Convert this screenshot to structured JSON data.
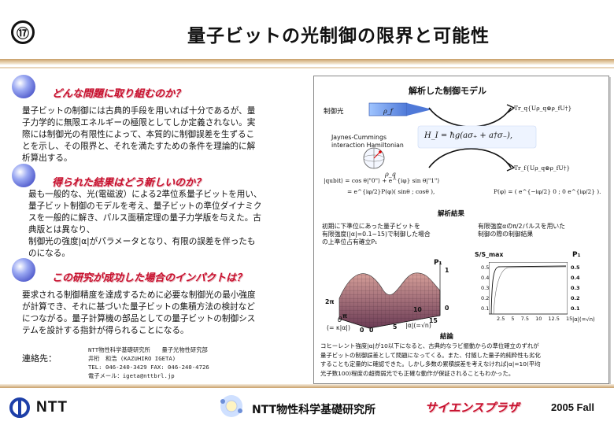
{
  "header": {
    "number": "⑰",
    "title": "量子ビットの光制御の限界と可能性"
  },
  "sections": [
    {
      "heading": "どんな問題に取り組むのか？",
      "lines": [
        "量子ビットの制御には古典的手段を用いれば十分であるが、量",
        "子力学的に無限エネルギーの極限としてしか定義されない。実",
        "際には制御光の有限性によって、本質的に制御誤差を生ずるこ",
        "とを示し、その限界と、それを満たすための条件を理論的に解",
        "析算出する。"
      ]
    },
    {
      "heading": "得られた結果はどう新しいのか？",
      "lines": [
        "最も一般的な、光(電磁波）による2準位系量子ビットを用い、",
        "量子ビット制御のモデルを考え、量子ビットの準位ダイナミク",
        "スを一般的に解き、パルス面積定理の量子力学版を与えた。古",
        "典版とは異なり、",
        "制御光の強度|α|がパラメータとなり、有限の誤差を伴ったも",
        "のになる。"
      ]
    },
    {
      "heading": "この研究が成功した場合のインパクトは？",
      "lines": [
        "要求される制御精度を達成するために必要な制御光の最小強度",
        "が計算でき、それに基づいた量子ビットの集積方法の検討など",
        "につながる。量子計算機の部品としての量子ビットの制御シス",
        "テムを設計する指針が得られることになる。"
      ]
    }
  ],
  "contact": {
    "label": "連絡先：",
    "lines": [
      "NTT物性科学基礎研究所　　量子光物性研究部",
      "井桁　和浩 (KAZUHIRO IGETA)",
      "TEL: 046-240-3429 FAX: 046-240-4726",
      "電子メール：igeta@nttbrl.jp"
    ]
  },
  "panel": {
    "model_title": "解析した制御モデル",
    "control_light": "制御光",
    "rho_f": "ρ_f",
    "rho_q": "ρ_q",
    "trq": "Tr_q{Uρ_q⊗ρ_fU†}",
    "trf": "Tr_f{Uρ_q⊗ρ_fU†}",
    "jc_line1": "Jaynes-Cummings",
    "jc_line2": "interaction Hamiltonian",
    "hamiltonian": "H_I = ħg(aσ₊ + a†σ₋),",
    "qubit_eq1": "|qubit⟩  =  cos θ|\"0\"⟩ + e^{iφ} sin θ|\"1\"⟩",
    "qubit_eq2": "=  e^{iφ/2}P(φ)( sinθ ; cosθ ),",
    "pmatrix": "P(φ) = ( e^{−iφ/2}  0 ; 0  e^{iφ/2} ).",
    "results_title": "解析結果",
    "left_caption": [
      "初期に下準位にあった量子ビットを",
      "有限強度(|α|=0.1~15)で制御した場合",
      "の上準位占有確立P₁"
    ],
    "right_caption": [
      "有限強度αのπ/2パルスを用いた",
      "制御の際の制御結果"
    ],
    "plot3d": {
      "zlabel": "P₁",
      "z_ticks": [
        "0",
        "1"
      ],
      "theta_label": "θ",
      "theta_sub": "(= κ|α|)",
      "theta_ticks": [
        "2π",
        "π",
        "0"
      ],
      "alpha_label": "|α|(=√n)",
      "alpha_ticks": [
        "0",
        "5",
        "10",
        "15"
      ]
    },
    "plot2d": {
      "ylabel_left": "S/S_max",
      "ylabel_right": "P₁",
      "left_ticks": [
        "0.5",
        "0.4",
        "0.3",
        "0.2",
        "0.1"
      ],
      "right_ticks": [
        "0.5",
        "0.4",
        "0.3",
        "0.2",
        "0.1"
      ],
      "x_ticks": [
        "2.5",
        "5",
        "7.5",
        "10",
        "12.5",
        "15"
      ],
      "xlabel": "|α|(=√n)"
    },
    "conclusion_title": "結論",
    "conclusion_lines": [
      "コヒーレント強度|α|が10以下になると、古典的なラビ振動からの準位確立のずれが",
      "量子ビットの制御誤差として問題になってくる。また、付随した量子的純粋性も劣化",
      "することも定量的に確認できた。しかし多数の累積誤差を考えなければ|α|=10(平均",
      "光子数100)程度の超微弱光でも正確な動作が保証されることもわかった。"
    ]
  },
  "footer": {
    "logo": "NTT",
    "lab": "NTT物性科学基礎研究所",
    "event": "サイエンスプラザ",
    "year": "2005 Fall"
  }
}
